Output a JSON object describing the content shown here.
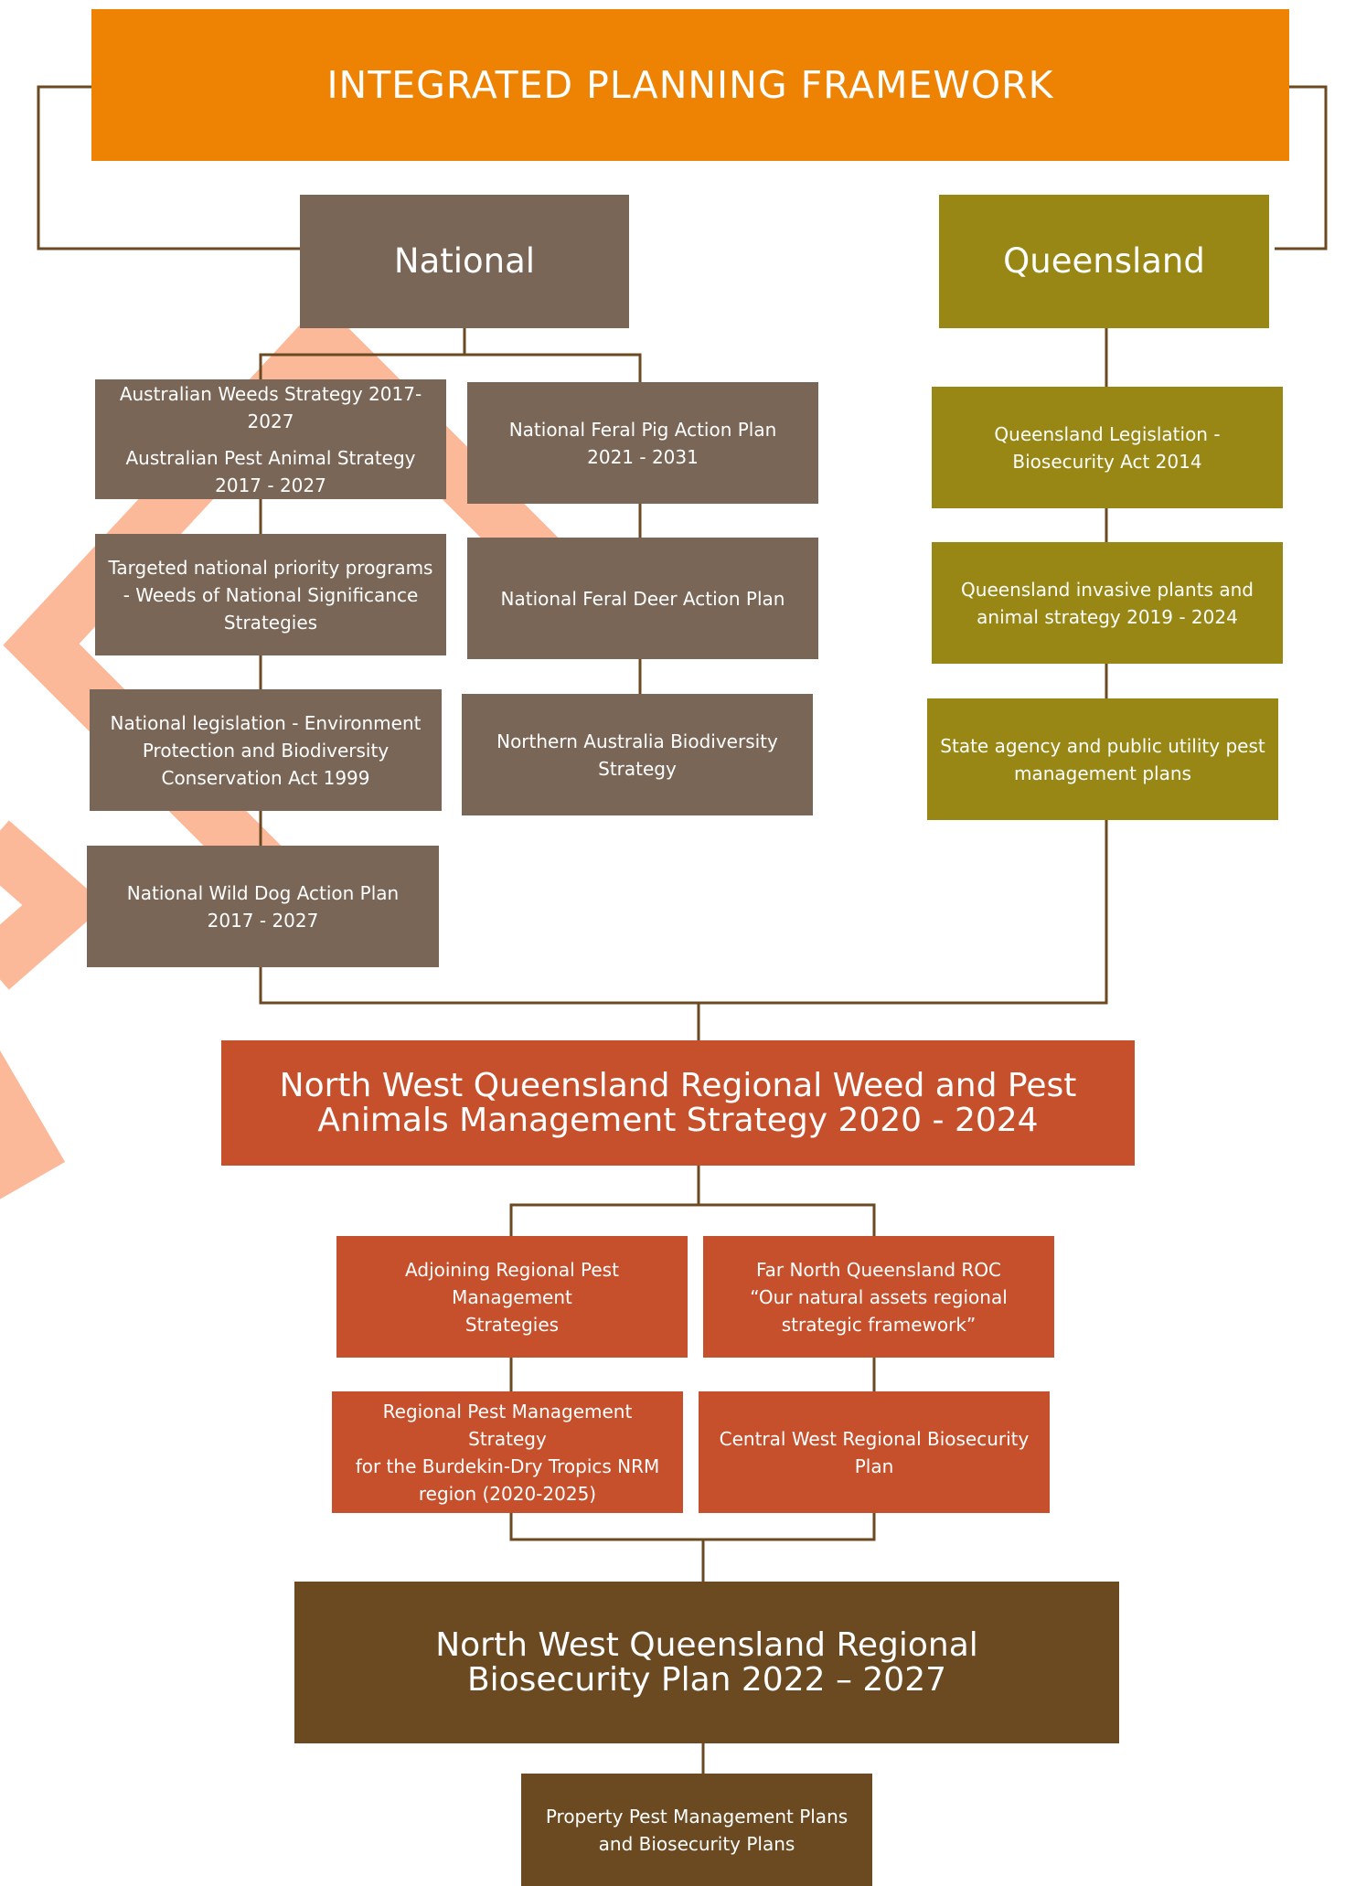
{
  "header": {
    "title": "INTEGRATED PLANNING FRAMEWORK"
  },
  "national": {
    "title": "National",
    "left": [
      {
        "line1": "Australian Weeds Strategy 2017-2027",
        "line2": "Australian Pest Animal Strategy\n2017 - 2027"
      },
      {
        "text": "Targeted national priority programs\n- Weeds of National Significance\nStrategies"
      },
      {
        "text": "National legislation - Environment\nProtection and Biodiversity\nConservation Act 1999"
      },
      {
        "text": "National Wild Dog Action Plan\n2017 - 2027"
      }
    ],
    "right": [
      {
        "text": "National Feral Pig Action Plan\n2021 - 2031"
      },
      {
        "text": "National Feral Deer Action Plan"
      },
      {
        "text": "Northern Australia Biodiversity\nStrategy"
      }
    ]
  },
  "queensland": {
    "title": "Queensland",
    "items": [
      {
        "text": "Queensland Legislation -\nBiosecurity Act 2014"
      },
      {
        "text": "Queensland invasive plants and\nanimal strategy 2019 - 2024"
      },
      {
        "text": "State agency and public utility pest\nmanagement plans"
      }
    ]
  },
  "regional_strategy": {
    "title": "North West Queensland Regional Weed and Pest\nAnimals Management Strategy 2020 - 2024"
  },
  "adjoining": [
    {
      "text": "Adjoining Regional Pest Management\nStrategies"
    },
    {
      "text": "Far North Queensland ROC\n“Our natural assets regional\nstrategic framework”"
    },
    {
      "text": "Regional Pest Management Strategy\nfor the Burdekin-Dry Tropics NRM\nregion (2020-2025)"
    },
    {
      "text": "Central West Regional Biosecurity\nPlan"
    }
  ],
  "biosecurity_plan": {
    "title": "North West Queensland Regional\nBiosecurity Plan 2022 – 2027"
  },
  "property_plans": {
    "text": "Property Pest Management Plans\nand Biosecurity Plans"
  },
  "colors": {
    "header_orange": "#ed8203",
    "national_brown": "#7a6657",
    "queensland_olive": "#988715",
    "regional_rust": "#c6502c",
    "plan_dark_brown": "#6b4a22",
    "connector": "#6b4a22",
    "decor_peach": "#fbb99a"
  }
}
